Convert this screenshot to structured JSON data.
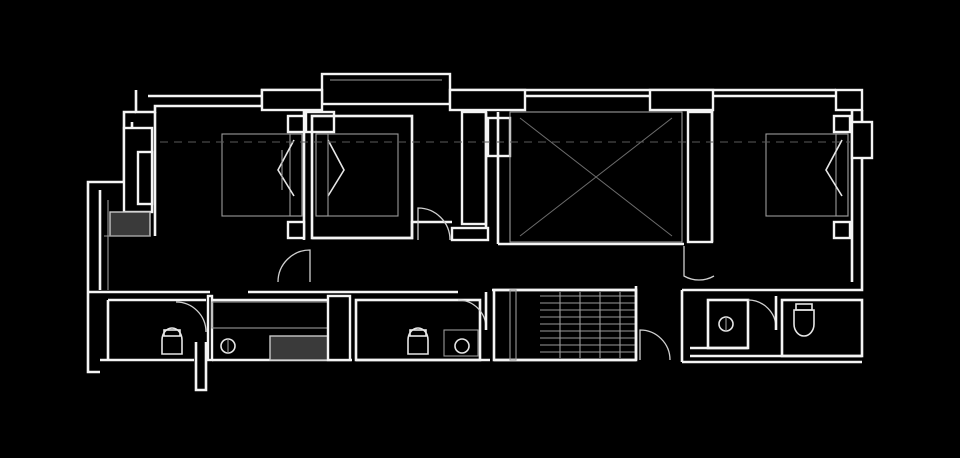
{
  "plan": {
    "background": "#000000",
    "line_color": "#f4f4f4",
    "rooms": [
      "bedroom-left",
      "bedroom-center",
      "void-stairwell",
      "bedroom-right",
      "bathroom-left",
      "bathroom-center",
      "staircase",
      "bathroom-right",
      "corridor"
    ]
  }
}
